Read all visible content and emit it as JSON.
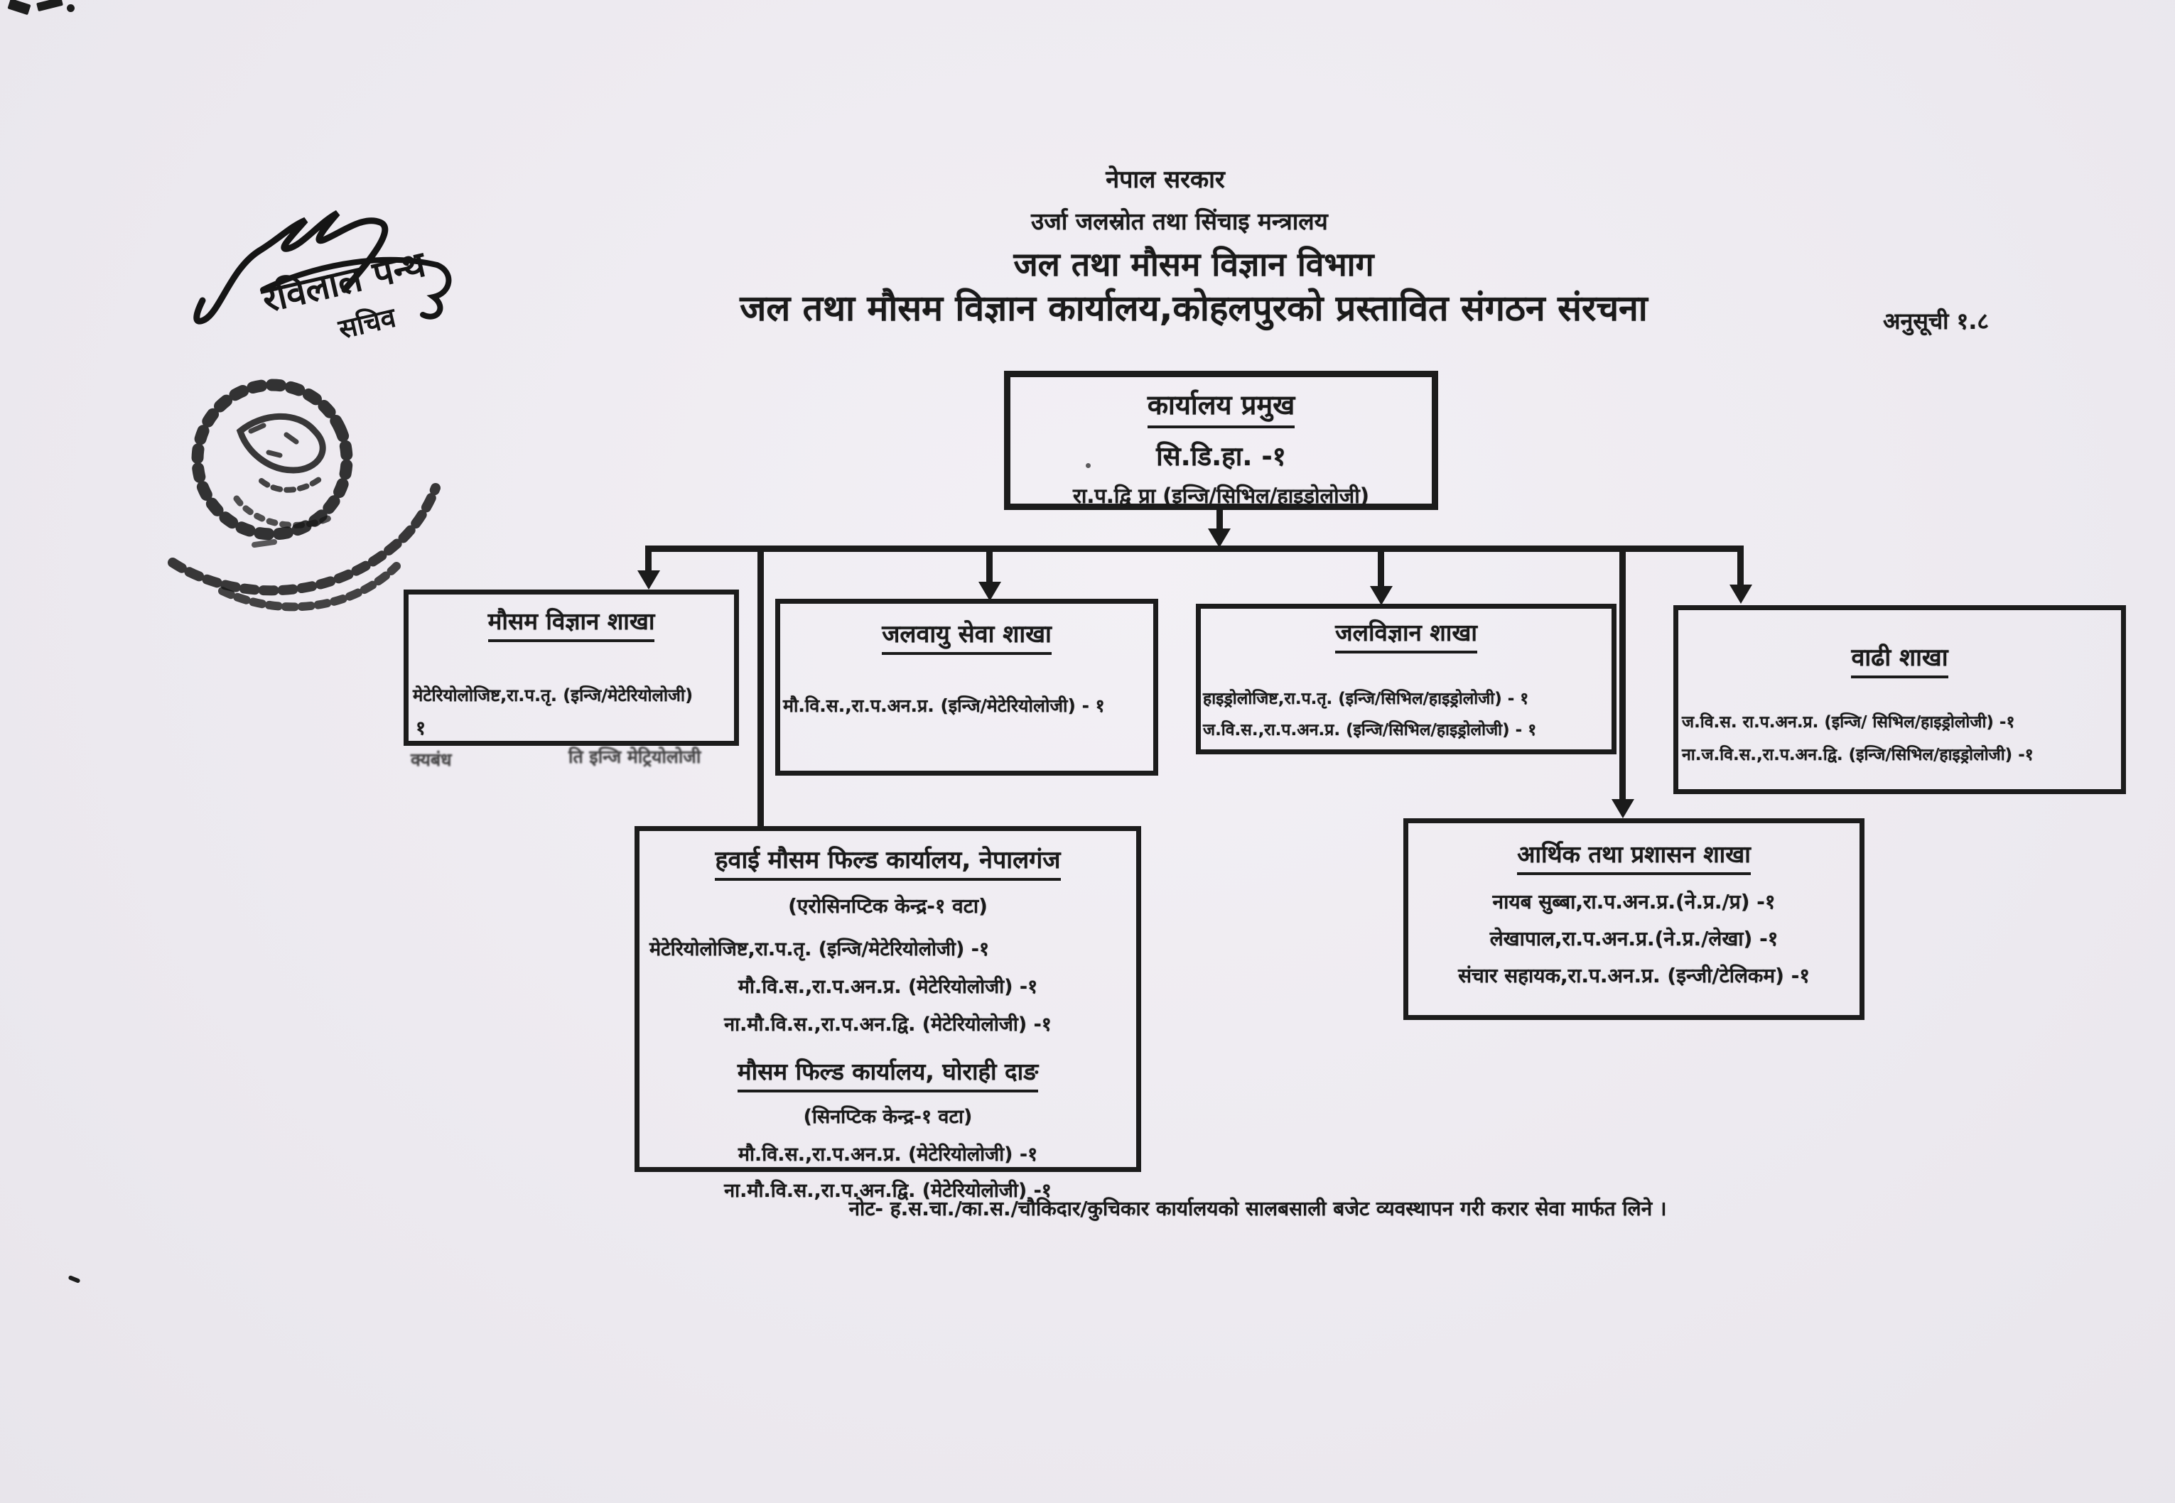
{
  "colors": {
    "ink": "#1a1a1a",
    "paper": "#ece9ee"
  },
  "header": {
    "government": "नेपाल सरकार",
    "ministry": "उर्जा जलस्रोत तथा सिंचाइ मन्त्रालय",
    "department": "जल तथा मौसम विज्ञान विभाग",
    "title": "जल तथा मौसम विज्ञान कार्यालय,कोहलपुरको प्रस्तावित संगठन संरचना",
    "schedule": "अनुसूची १.८"
  },
  "signature": {
    "name": "रविलाल पन्थ",
    "role": "सचिव"
  },
  "org": {
    "head": {
      "title": "कार्यालय प्रमुख",
      "line1": "सि.डि.हा.  -१",
      "line2": "रा.प.द्वि प्रा  (इन्जि/सिभिल/हाइड्रोलोजी)"
    },
    "branches": [
      {
        "id": "meteorology",
        "title": "मौसम विज्ञान शाखा",
        "lines": [
          "मेटेरियोलोजिष्ट,रा.प.तृ. (इन्जि/मेटेरियोलोजी)",
          "१"
        ]
      },
      {
        "id": "climate-service",
        "title": "जलवायु सेवा शाखा",
        "lines": [
          "मौ.वि.स.,रा.प.अन.प्र. (इन्जि/मेटेरियोलोजी) - १"
        ]
      },
      {
        "id": "hydrology",
        "title": "जलविज्ञान शाखा",
        "lines": [
          "हाइड्रोलोजिष्ट,रा.प.तृ. (इन्जि/सिभिल/हाइड्रोलोजी) - १",
          "ज.वि.स.,रा.प.अन.प्र. (इन्जि/सिभिल/हाइड्रोलोजी) - १"
        ]
      },
      {
        "id": "flood",
        "title": "वाढी शाखा",
        "lines": [
          "ज.वि.स. रा.प.अन.प्र. (इन्जि/ सिभिल/हाइड्रोलोजी) -१",
          "ना.ज.वि.स.,रा.प.अन.द्वि. (इन्जि/सिभिल/हाइड्रोलोजी) -१"
        ]
      }
    ],
    "bleed_text": {
      "left": "क्यबंध",
      "right": "ति इन्जि मेट्रियोलोजी"
    },
    "field_office": {
      "title": "हवाई मौसम फिल्ड कार्यालय, नेपालगंज",
      "subtitle": "(एरोसिनप्टिक केन्द्र-१ वटा)",
      "lines": [
        "मेटेरियोलोजिष्ट,रा.प.तृ. (इन्जि/मेटेरियोलोजी) -१",
        "मौ.वि.स.,रा.प.अन.प्र. (मेटेरियोलोजी) -१",
        "ना.मौ.वि.स.,रा.प.अन.द्वि. (मेटेरियोलोजी) -१"
      ],
      "title2": "मौसम फिल्ड कार्यालय, घोराही दाङ",
      "subtitle2": "(सिनप्टिक केन्द्र-१ वटा)",
      "lines2": [
        "मौ.वि.स.,रा.प.अन.प्र. (मेटेरियोलोजी) -१",
        "ना.मौ.वि.स.,रा.प.अन.द्वि. (मेटेरियोलोजी) -१"
      ]
    },
    "admin": {
      "title": "आर्थिक तथा प्रशासन शाखा",
      "lines": [
        "नायब सुब्बा,रा.प.अन.प्र.(ने.प्र./प्र) -१",
        "लेखापाल,रा.प.अन.प्र.(ने.प्र./लेखा) -१",
        "संचार सहायक,रा.प.अन.प्र. (इन्जी/टेलिकम)  -१"
      ]
    }
  },
  "note": "नोट- ह.स.चा./का.स./चौकिदार/कुचिकार कार्यालयको सालबसाली बजेट व्यवस्थापन गरी करार सेवा मार्फत लिने ।"
}
